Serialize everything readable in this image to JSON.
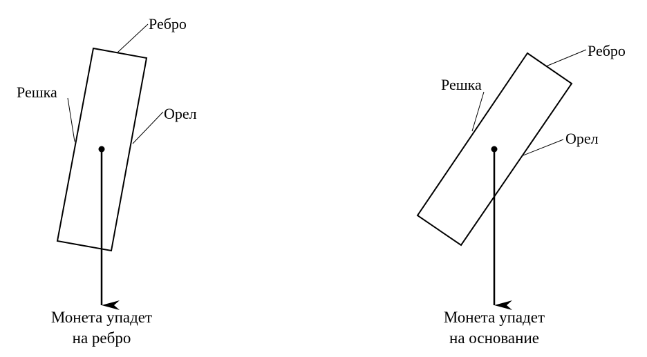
{
  "left": {
    "labels": {
      "edge": "Ребро",
      "tails": "Решка",
      "heads": "Орел"
    },
    "caption": {
      "line1": "Монета упадет",
      "line2": "на ребро"
    }
  },
  "right": {
    "labels": {
      "edge": "Ребро",
      "tails": "Решка",
      "heads": "Орел"
    },
    "caption": {
      "line1": "Монета упадет",
      "line2": "на основание"
    }
  },
  "colors": {
    "stroke": "#000000",
    "background": "#ffffff"
  }
}
